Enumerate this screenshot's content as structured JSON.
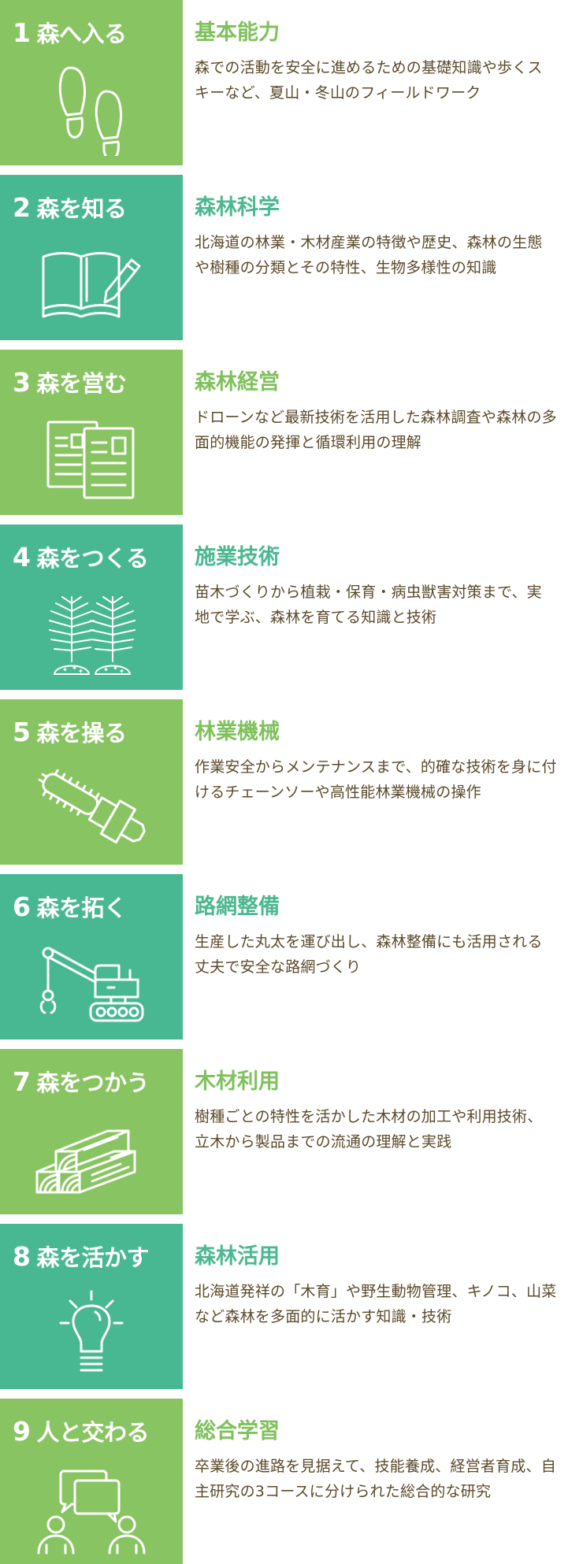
{
  "colors": {
    "green_panel": "#89C462",
    "teal_panel": "#48B892",
    "green_heading": "#7FC15C",
    "teal_heading": "#4BB890",
    "body_text": "#5B4A2B"
  },
  "items": [
    {
      "number": "1",
      "title": "森へ入る",
      "icon": "footprints-icon",
      "heading": "基本能力",
      "description": "森での活動を安全に進めるための基礎知識や歩くスキーなど、夏山・冬山のフィールドワーク",
      "color": "green"
    },
    {
      "number": "2",
      "title": "森を知る",
      "icon": "book-pencil-icon",
      "heading": "森林科学",
      "description": "北海道の林業・木材産業の特徴や歴史、森林の生態や樹種の分類とその特性、生物多様性の知識",
      "color": "teal"
    },
    {
      "number": "3",
      "title": "森を営む",
      "icon": "documents-icon",
      "heading": "森林経営",
      "description": "ドローンなど最新技術を活用した森林調査や森林の多面的機能の発揮と循環利用の理解",
      "color": "green"
    },
    {
      "number": "4",
      "title": "森をつくる",
      "icon": "seedlings-icon",
      "heading": "施業技術",
      "description": "苗木づくりから植栽・保育・病虫獣害対策まで、実地で学ぶ、森林を育てる知識と技術",
      "color": "teal"
    },
    {
      "number": "5",
      "title": "森を操る",
      "icon": "chainsaw-icon",
      "heading": "林業機械",
      "description": "作業安全からメンテナンスまで、的確な技術を身に付けるチェーンソーや高性能林業機械の操作",
      "color": "green"
    },
    {
      "number": "6",
      "title": "森を拓く",
      "icon": "crane-icon",
      "heading": "路網整備",
      "description": "生産した丸太を運び出し、森林整備にも活用される丈夫で安全な路網づくり",
      "color": "teal"
    },
    {
      "number": "7",
      "title": "森をつかう",
      "icon": "lumber-icon",
      "heading": "木材利用",
      "description": "樹種ごとの特性を活かした木材の加工や利用技術、立木から製品までの流通の理解と実践",
      "color": "green"
    },
    {
      "number": "8",
      "title": "森を活かす",
      "icon": "lightbulb-icon",
      "heading": "森林活用",
      "description": "北海道発祥の「木育」や野生動物管理、キノコ、山菜など森林を多面的に活かす知識・技術",
      "color": "teal"
    },
    {
      "number": "9",
      "title": "人と交わる",
      "icon": "conversation-icon",
      "heading": "総合学習",
      "description": "卒業後の進路を見据えて、技能養成、経営者育成、自主研究の3コースに分けられた総合的な研究",
      "color": "green"
    }
  ]
}
